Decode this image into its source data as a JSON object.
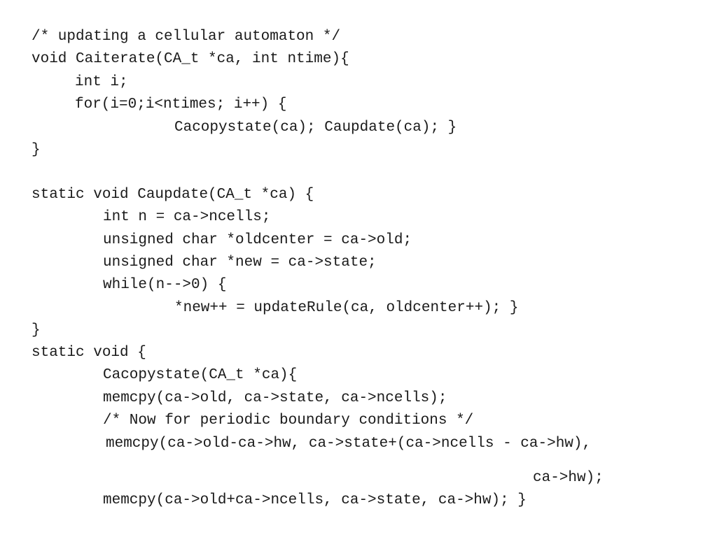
{
  "code": {
    "lines": [
      "/* updating a cellular automaton */",
      "void Caiterate(CA_t *ca, int ntime){",
      "int i;",
      "for(i=0;i<ntimes; i++) {",
      "Cacopystate(ca); Caupdate(ca); }",
      "}",
      "static void Caupdate(CA_t *ca) {",
      "int n = ca->ncells;",
      "unsigned char *oldcenter = ca->old;",
      "unsigned char *new = ca->state;",
      "while(n-->0) {",
      "*new++ = updateRule(ca, oldcenter++); }",
      "}",
      "static void {",
      "Cacopystate(CA_t *ca){",
      "memcpy(ca->old, ca->state, ca->ncells);",
      "/* Now for periodic boundary conditions */",
      "memcpy(ca->old-ca->hw, ca->state+(ca->ncells - ca->hw),",
      "ca->hw);",
      "memcpy(ca->old+ca->ncells, ca->state, ca->hw); }"
    ]
  }
}
